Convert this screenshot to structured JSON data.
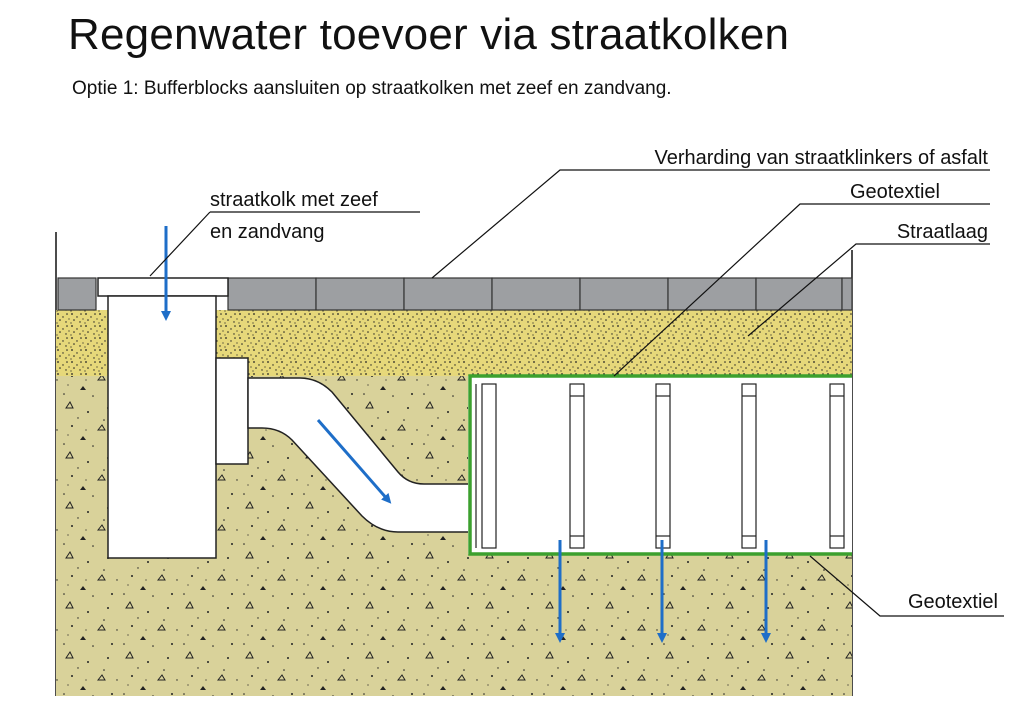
{
  "title": "Regenwater toevoer via straatkolken",
  "subtitle": "Optie 1: Bufferblocks aansluiten op straatkolken met zeef en zandvang.",
  "labels": {
    "kolk_line1": "straatkolk met zeef",
    "kolk_line2": "en zandvang",
    "verharding": "Verharding van straatklinkers of asfalt",
    "geotextiel_top": "Geotextiel",
    "straatlaag": "Straatlaag",
    "geotextiel_bottom": "Geotextiel"
  },
  "colors": {
    "pavers": "#9d9fa2",
    "straatlaag": "#e6d87a",
    "soil": "#d9d29a",
    "geotextile": "#3ca02e",
    "arrow": "#1e6ec8"
  }
}
